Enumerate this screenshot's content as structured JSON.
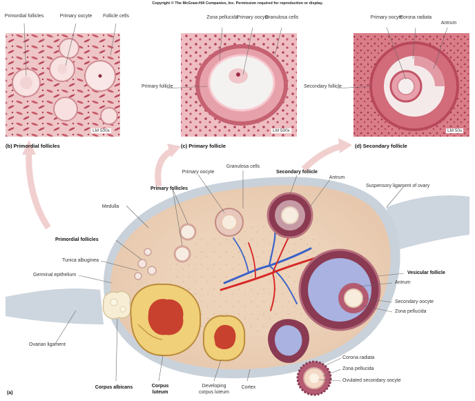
{
  "copyright": "Copyright © The McGraw-Hill Companies, Inc. Permission required for reproduction or display.",
  "panels": {
    "b": {
      "caption": "(b) Primordial follicles",
      "scale": "LM 500x",
      "labels": [
        "Primordial follicles",
        "Primary oocyte",
        "Follicle cells"
      ]
    },
    "c": {
      "caption": "(c) Primary follicle",
      "scale": "LM 500x",
      "labels": [
        "Zona pellucida",
        "Primary oocyte",
        "Granulosa cells",
        "Primary follicle"
      ]
    },
    "d": {
      "caption": "(d) Secondary follicle",
      "scale": "LM 50x",
      "labels": [
        "Primary oocyte",
        "Corona radiata",
        "Antrum",
        "Secondary follicle"
      ]
    }
  },
  "ovary": {
    "panel_letter": "(a)",
    "labels": {
      "primary_oocyte": "Primary oocyte",
      "granulosa_cells": "Granulosa cells",
      "secondary_follicle": "Secondary follicle",
      "antrum_top": "Antrum",
      "suspensory_ligament": "Suspensory ligament of ovary",
      "primary_follicles": "Primary follicles",
      "medulla": "Medulla",
      "primordial_follicles": "Primordial follicles",
      "tunica_albuginea": "Tunica albuginea",
      "germinal_epithelium": "Germinal epithelium",
      "vesicular_follicle": "Vesicular follicle",
      "antrum_right": "Antrum",
      "secondary_oocyte": "Secondary oocyte",
      "zona_pellucida_right": "Zona pellucida",
      "ovarian_ligament": "Ovarian ligament",
      "corona_radiata": "Corona radiata",
      "zona_pellucida_bottom": "Zona pellucida",
      "ovulated_secondary_oocyte": "Ovulated secondary oocyte",
      "corpus_albicans": "Corpus albicans",
      "corpus_luteum_1": "Corpus",
      "corpus_luteum_2": "luteum",
      "developing_cl_1": "Developing",
      "developing_cl_2": "corpus luteum",
      "cortex": "Cortex"
    }
  },
  "colors": {
    "tissue_pink": "#e9b7bc",
    "tissue_dark": "#c0505f",
    "ovary_fill": "#ecd2b8",
    "capsule": "#c7cfd8",
    "antrum_blue": "#aab4e0",
    "corpus_yellow": "#f3d97a",
    "artery": "#d62828",
    "vein": "#3a62c9",
    "arrow_pink": "#f0c8c8"
  }
}
